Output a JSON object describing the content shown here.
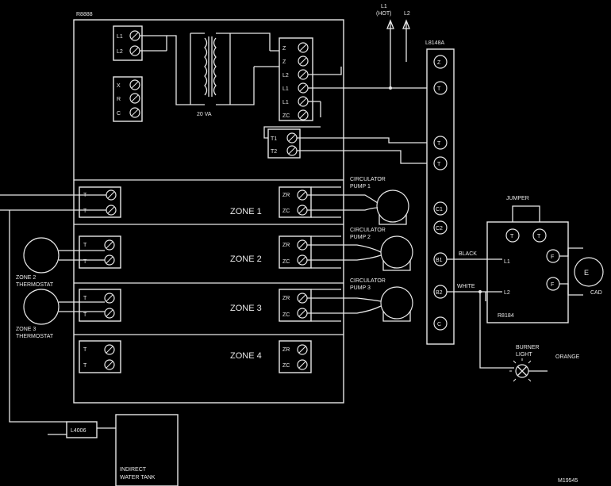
{
  "labels": {
    "controller_model": "R8888",
    "transformer_rating": "20 VA",
    "supply_l1": "L1",
    "supply_l1_note": "(HOT)",
    "supply_l2": "L2",
    "terminal_strip": "L8148A",
    "zone_1": "ZONE 1",
    "zone_2": "ZONE 2",
    "zone_3": "ZONE 3",
    "zone_4": "ZONE 4",
    "pump_1_line1": "CIRCULATOR",
    "pump_1_line2": "PUMP 1",
    "pump_2_line1": "CIRCULATOR",
    "pump_2_line2": "PUMP 2",
    "pump_3_line1": "CIRCULATOR",
    "pump_3_line2": "PUMP 3",
    "zone2_thermostat_line1": "ZONE 2",
    "zone2_thermostat_line2": "THERMOSTAT",
    "zone3_thermostat_line1": "ZONE 3",
    "zone3_thermostat_line2": "THERMOSTAT",
    "jumper": "JUMPER",
    "black": "BLACK",
    "white": "WHITE",
    "relay_l1": "L1",
    "relay_l2": "L2",
    "relay_model": "R8184",
    "cad_cell": "CAD",
    "burner_line1": "BURNER",
    "burner_line2": "LIGHT",
    "orange": "ORANGE",
    "aquastat": "L4006",
    "tank_line1": "INDIRECT",
    "tank_line2": "WATER TANK",
    "figure_id": "M19545"
  },
  "terminals": {
    "power_left": [
      "L1",
      "L2"
    ],
    "xrc_left": [
      "X",
      "R",
      "C"
    ],
    "relay_right": [
      "Z",
      "Z",
      "L2",
      "L1",
      "L1",
      "ZC"
    ],
    "tt_right": [
      "T1",
      "T2"
    ],
    "zone_t": [
      "T",
      "T"
    ],
    "zone_zr": [
      "ZR",
      "ZC"
    ],
    "strip": [
      "Z",
      "T",
      "T",
      "T",
      "C1",
      "C2",
      "B1",
      "B2",
      "C"
    ],
    "jumper_t": [
      "T",
      "T"
    ],
    "relay_ff": [
      "F",
      "F"
    ]
  }
}
